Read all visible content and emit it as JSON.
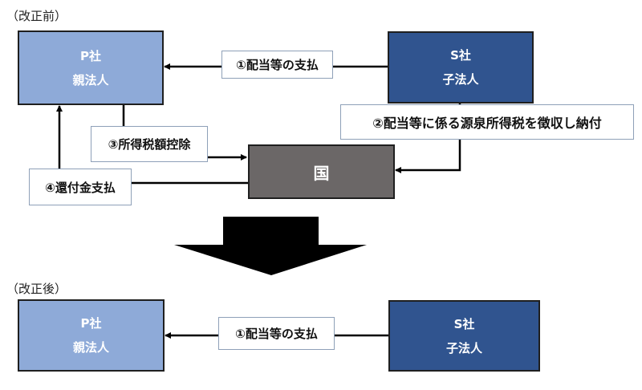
{
  "before": {
    "section_label": "（改正前）",
    "parent": {
      "name": "P社",
      "role": "親法人",
      "color": "#8eaad8"
    },
    "child": {
      "name": "S社",
      "role": "子法人",
      "color": "#30548f"
    },
    "country": {
      "name": "国",
      "color": "#6b6767"
    },
    "flows": [
      {
        "label": "①配当等の支払",
        "from": "S社",
        "to": "P社"
      },
      {
        "label": "②配当等に係る源泉所得税を徴収し納付",
        "from": "S社",
        "to": "国"
      },
      {
        "label": "③所得税額控除",
        "from": "P社",
        "to": "国"
      },
      {
        "label": "④還付金支払",
        "from": "国",
        "to": "P社"
      }
    ]
  },
  "transition_arrow": {
    "direction": "down"
  },
  "after": {
    "section_label": "（改正後）",
    "parent": {
      "name": "P社",
      "role": "親法人",
      "color": "#8eaad8"
    },
    "child": {
      "name": "S社",
      "role": "子法人",
      "color": "#30548f"
    },
    "flows": [
      {
        "label": "①配当等の支払",
        "from": "S社",
        "to": "P社"
      }
    ]
  }
}
